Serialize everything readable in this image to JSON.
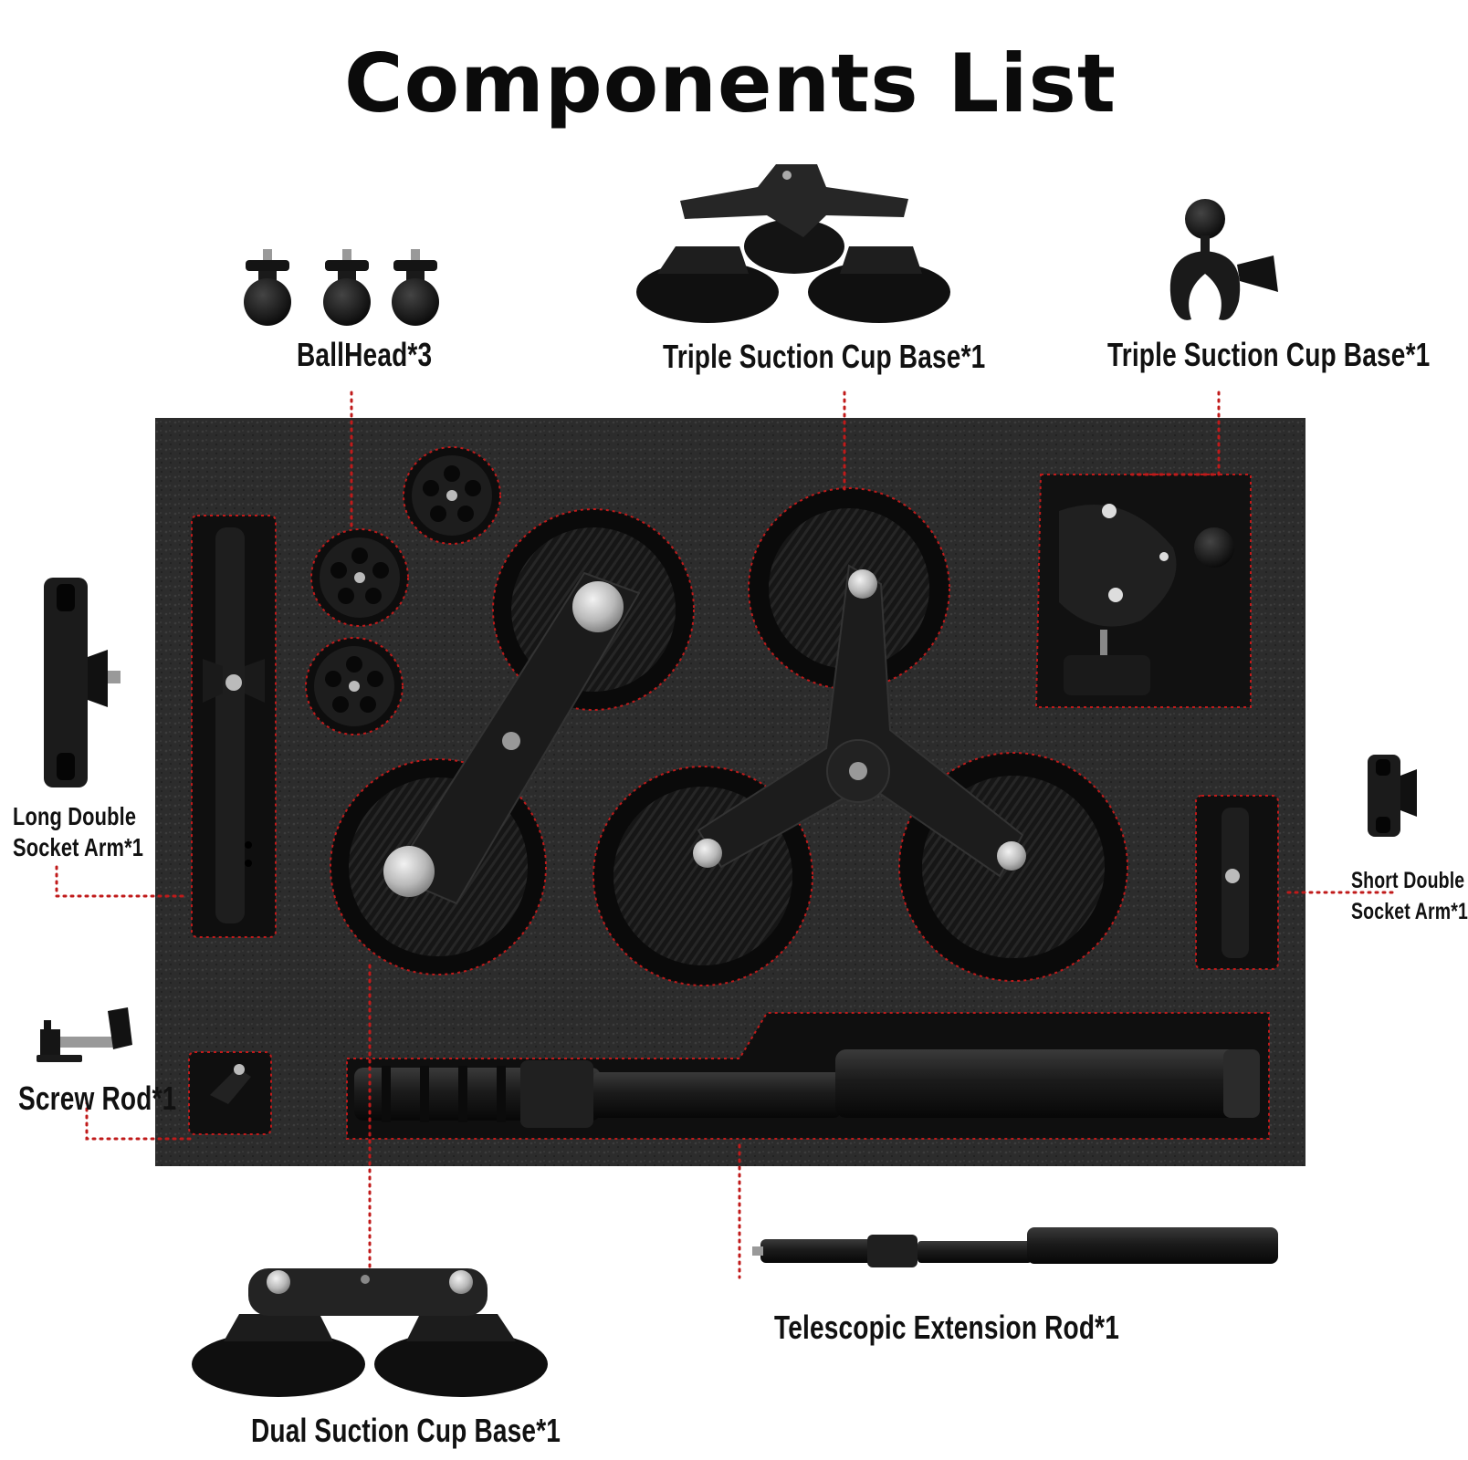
{
  "page": {
    "title": "Components List"
  },
  "components": {
    "ballhead": "BallHead*3",
    "triple_base_top": "Triple Suction Cup Base*1",
    "triple_base_right": "Triple Suction Cup Base*1",
    "long_arm_line1": "Long Double",
    "long_arm_line2": "Socket Arm*1",
    "short_arm_line1": "Short Double",
    "short_arm_line2": "Socket Arm*1",
    "screw_rod": "Screw Rod*1",
    "dual_base": "Dual Suction Cup Base*1",
    "extension_rod": "Telescopic Extension Rod*1"
  },
  "colors": {
    "foam": "#2b2b2b",
    "pocket": "#111111",
    "leader": "#c01a1a",
    "metal": "#1a1a1a",
    "silver": "#c8c8c8"
  }
}
